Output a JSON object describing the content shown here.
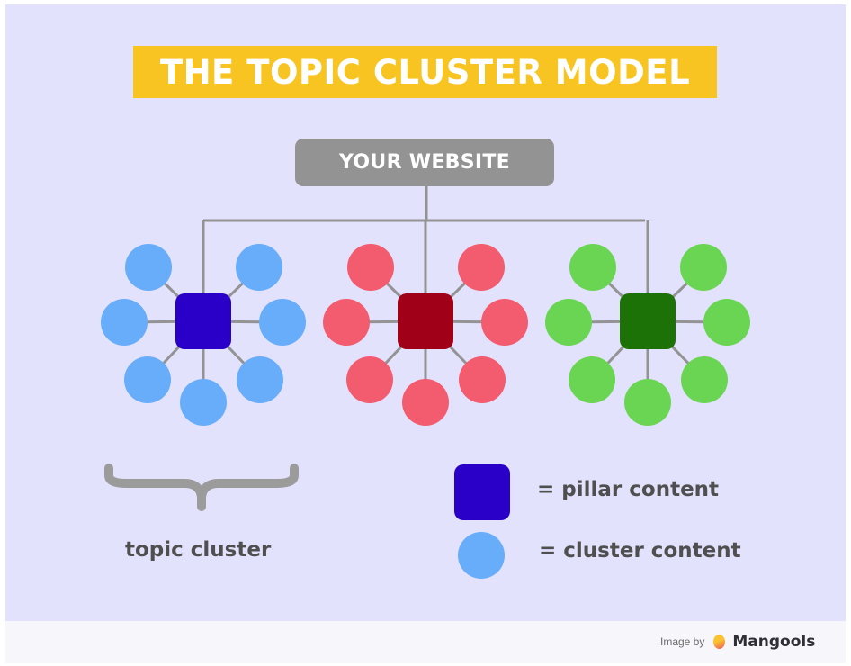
{
  "title": "THE TOPIC CLUSTER MODEL",
  "root_node": {
    "label": "YOUR WEBSITE"
  },
  "clusters": [
    {
      "name": "blue",
      "pillar_color": "#2a00c8",
      "cluster_color": "#68adf9",
      "cluster_count": 7
    },
    {
      "name": "red",
      "pillar_color": "#a00018",
      "cluster_color": "#f35c6e",
      "cluster_count": 7
    },
    {
      "name": "green",
      "pillar_color": "#1d7207",
      "cluster_color": "#6ad552",
      "cluster_count": 7
    }
  ],
  "legend": {
    "brace_label": "topic cluster",
    "pillar_label": "= pillar content",
    "cluster_label": "= cluster content",
    "pillar_color": "#2a00c8",
    "cluster_color": "#68adf9"
  },
  "colors": {
    "background": "#e2e2fd",
    "title_bg": "#f8c421",
    "connector": "#939393",
    "text_dark": "#4f4f4f"
  },
  "credit": {
    "prefix": "Image by",
    "brand": "Mangools"
  }
}
